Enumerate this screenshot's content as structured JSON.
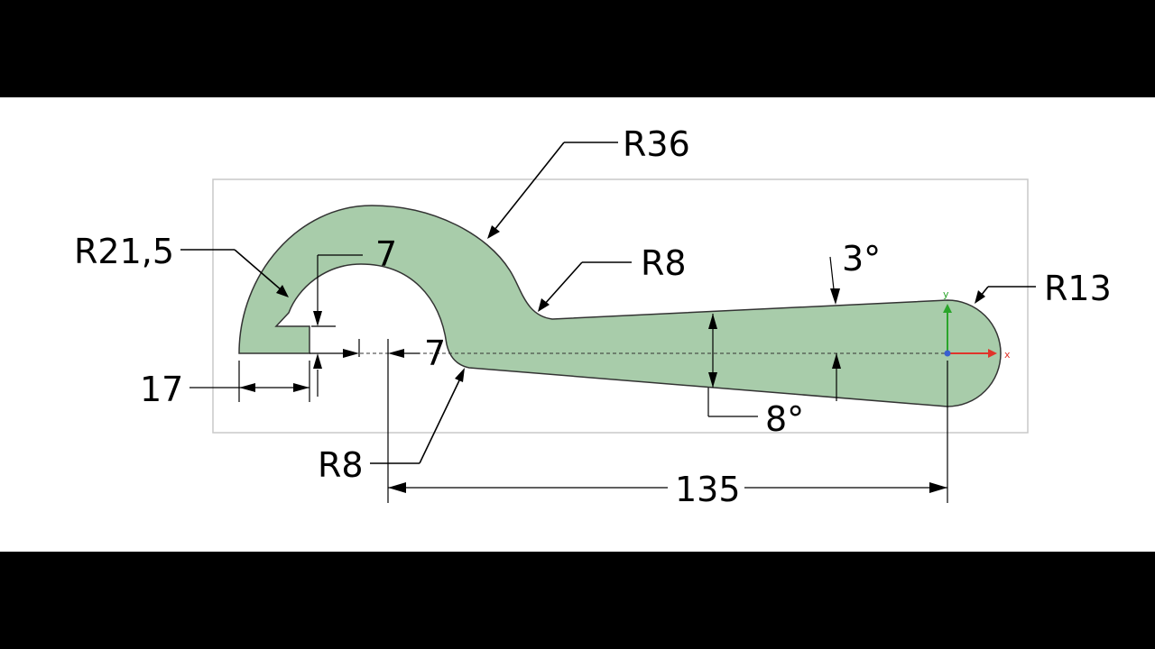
{
  "colors": {
    "letterbox": "#000000",
    "paper": "#ffffff",
    "part_fill": "#a8ccaa",
    "part_stroke": "#333333",
    "frame": "#c8c8c8",
    "axis_x": "#e0342a",
    "axis_y": "#2aa52a",
    "origin": "#3a5fd0"
  },
  "dimensions": {
    "r36": "R36",
    "r21_5": "R21,5",
    "r8_top": "R8",
    "r8_bottom": "R8",
    "r13": "R13",
    "angle_3": "3°",
    "angle_8": "8°",
    "d7_top": "7",
    "d7_mid": "7",
    "d17": "17",
    "d135": "135"
  },
  "axes": {
    "x_label": "x",
    "y_label": "y"
  }
}
